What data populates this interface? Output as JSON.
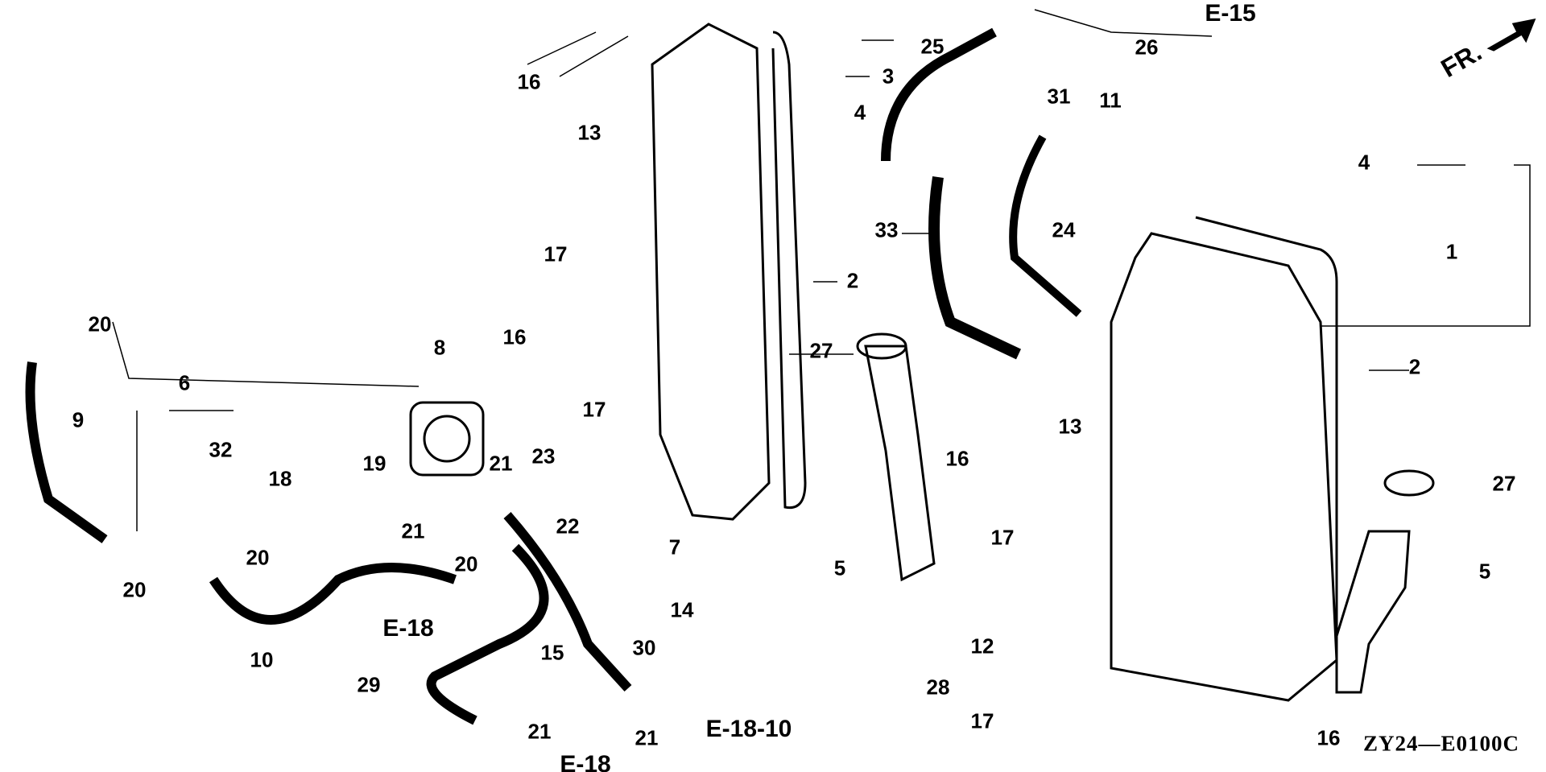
{
  "diagram": {
    "drawing_code": "ZY24—E0100C",
    "front_marker": "FR.",
    "references": [
      "E-15",
      "E-18",
      "E-18-10",
      "E-18"
    ],
    "callouts": [
      "16",
      "3",
      "4",
      "13",
      "17",
      "16",
      "2",
      "25",
      "26",
      "31",
      "11",
      "24",
      "33",
      "27",
      "4",
      "1",
      "2",
      "20",
      "9",
      "6",
      "32",
      "8",
      "18",
      "19",
      "21",
      "23",
      "17",
      "22",
      "7",
      "21",
      "20",
      "20",
      "20",
      "10",
      "14",
      "30",
      "15",
      "29",
      "21",
      "21",
      "16",
      "13",
      "17",
      "5",
      "27",
      "5",
      "12",
      "28",
      "17",
      "16"
    ]
  }
}
